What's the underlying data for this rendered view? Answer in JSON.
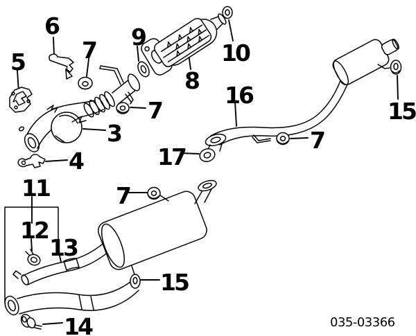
{
  "diagram": {
    "code": "035-03366",
    "colors": {
      "background": "#ffffff",
      "line": "#000000",
      "label": "#000000"
    },
    "callouts": [
      {
        "label": "5"
      },
      {
        "label": "6"
      },
      {
        "label": "7"
      },
      {
        "label": "9"
      },
      {
        "label": "8"
      },
      {
        "label": "10"
      },
      {
        "label": "16"
      },
      {
        "label": "15"
      },
      {
        "label": "3"
      },
      {
        "label": "7"
      },
      {
        "label": "17"
      },
      {
        "label": "7"
      },
      {
        "label": "4"
      },
      {
        "label": "11"
      },
      {
        "label": "12"
      },
      {
        "label": "13"
      },
      {
        "label": "7"
      },
      {
        "label": "15"
      },
      {
        "label": "14"
      }
    ]
  }
}
